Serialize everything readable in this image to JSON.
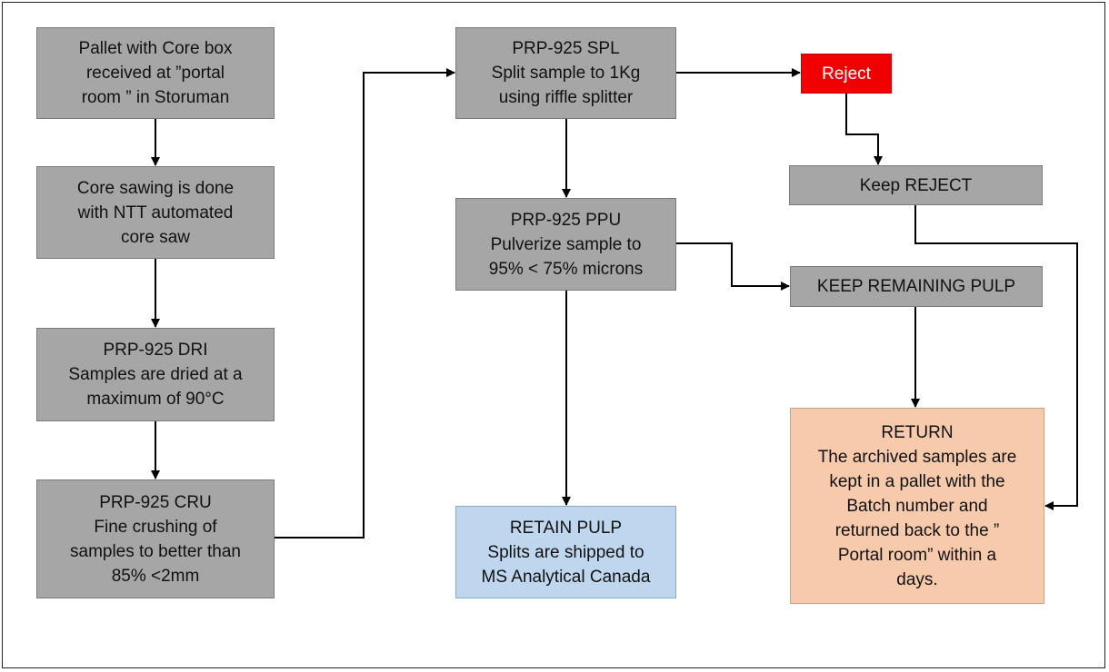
{
  "nodes": {
    "pallet": {
      "lines": [
        "Pallet with Core box",
        "received at ”portal",
        "room ” in Storuman"
      ]
    },
    "sawing": {
      "lines": [
        "Core sawing is done",
        "with NTT automated",
        "core saw"
      ]
    },
    "dri": {
      "lines": [
        "PRP-925 DRI",
        "Samples are dried at a",
        "maximum of 90°C"
      ]
    },
    "cru": {
      "lines": [
        "PRP-925 CRU",
        "Fine crushing of",
        "samples to better than",
        "85% <2mm"
      ]
    },
    "spl": {
      "lines": [
        "PRP-925 SPL",
        "Split sample to 1Kg",
        "using riffle splitter"
      ]
    },
    "ppu": {
      "lines": [
        "PRP-925 PPU",
        "Pulverize sample to",
        "95% < 75% microns"
      ]
    },
    "retain": {
      "lines": [
        "RETAIN PULP",
        "Splits are shipped to",
        "MS Analytical Canada"
      ]
    },
    "reject": {
      "lines": [
        "Reject"
      ]
    },
    "keep_reject": {
      "lines": [
        "Keep REJECT"
      ]
    },
    "keep_pulp": {
      "lines": [
        "KEEP REMAINING PULP"
      ]
    },
    "return": {
      "lines": [
        "RETURN",
        "The archived samples are",
        "kept in a pallet  with the",
        "Batch number and",
        "returned back to the ”",
        "Portal room” within a",
        "days."
      ]
    }
  },
  "colors": {
    "process_fill": "#a6a6a6",
    "reject_fill": "#f00000",
    "retain_fill": "#bfd7ee",
    "return_fill": "#f8caac",
    "arrow": "#000000"
  }
}
